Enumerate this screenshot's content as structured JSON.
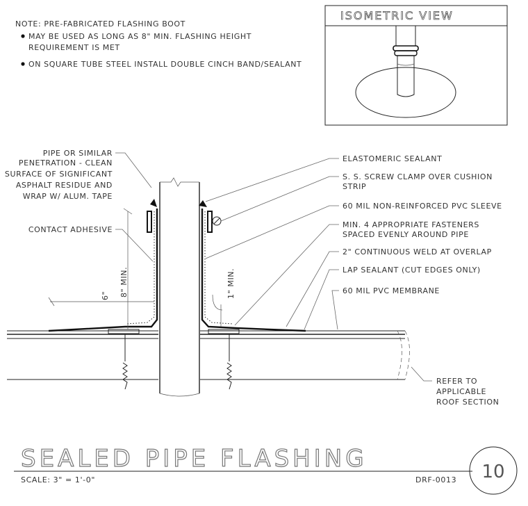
{
  "notes": {
    "heading": "NOTE: PRE-FABRICATED FLASHING BOOT",
    "bullet1_line1": "MAY BE USED AS LONG AS 8\" MIN. FLASHING HEIGHT",
    "bullet1_line2": "REQUIREMENT IS MET",
    "bullet2": "ON SQUARE TUBE STEEL INSTALL DOUBLE CINCH BAND/SEALANT"
  },
  "isometric": {
    "title": "ISOMETRIC VIEW"
  },
  "left_labels": {
    "pipe_l1": "PIPE OR SIMILAR",
    "pipe_l2": "PENETRATION - CLEAN",
    "pipe_l3": "SURFACE OF SIGNIFICANT",
    "pipe_l4": "ASPHALT RESIDUE AND",
    "pipe_l5": "WRAP W/ ALUM. TAPE",
    "adhesive": "CONTACT ADHESIVE"
  },
  "right_labels": {
    "sealant": "ELASTOMERIC SEALANT",
    "clamp_l1": "S. S. SCREW CLAMP OVER CUSHION",
    "clamp_l2": "STRIP",
    "sleeve": "60 MIL NON-REINFORCED PVC SLEEVE",
    "fasteners_l1": "MIN. 4 APPROPRIATE FASTENERS",
    "fasteners_l2": "SPACED EVENLY AROUND PIPE",
    "weld": "2\" CONTINUOUS WELD AT OVERLAP",
    "lap": "LAP SEALANT (CUT EDGES ONLY)",
    "membrane": "60 MIL PVC MEMBRANE",
    "refer_l1": "REFER TO",
    "refer_l2": "APPLICABLE",
    "refer_l3": "ROOF SECTION"
  },
  "dimensions": {
    "six": "6\"",
    "eight": "8\" MIN.",
    "one": "1\" MIN."
  },
  "title_block": {
    "title": "SEALED PIPE FLASHING",
    "scale": "SCALE: 3\" = 1'-0\"",
    "code": "DRF-0013",
    "number": "10"
  }
}
